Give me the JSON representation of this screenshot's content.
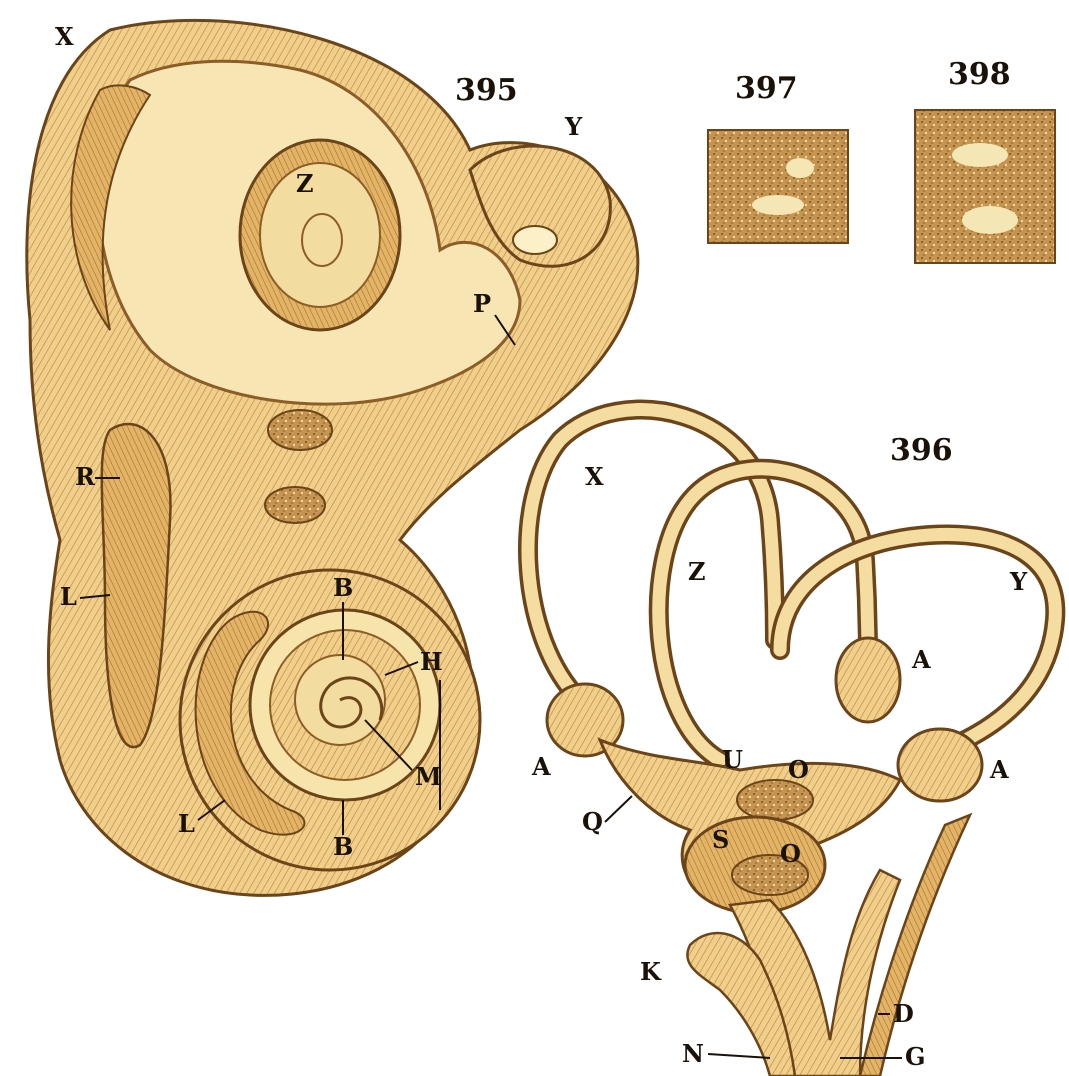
{
  "figures": {
    "fig395": {
      "number": "395",
      "labels": {
        "X": "X",
        "Y": "Y",
        "Z": "Z",
        "P": "P",
        "R": "R",
        "L1": "L",
        "L2": "L",
        "B1": "B",
        "B2": "B",
        "H": "H",
        "M": "M"
      }
    },
    "fig396": {
      "number": "396",
      "labels": {
        "X": "X",
        "Y": "Y",
        "Z": "Z",
        "A1": "A",
        "A2": "A",
        "A3": "A",
        "U": "U",
        "O1": "O",
        "O2": "O",
        "S": "S",
        "Q": "Q",
        "K": "K",
        "D": "D",
        "N": "N",
        "G": "G"
      }
    },
    "fig397": {
      "number": "397"
    },
    "fig398": {
      "number": "398"
    }
  },
  "colors": {
    "ink": "#1a1208",
    "tissue_light": "#f6e2a8",
    "tissue_mid": "#e8bf72",
    "tissue_dark": "#c98f45",
    "background": "#ffffff"
  }
}
